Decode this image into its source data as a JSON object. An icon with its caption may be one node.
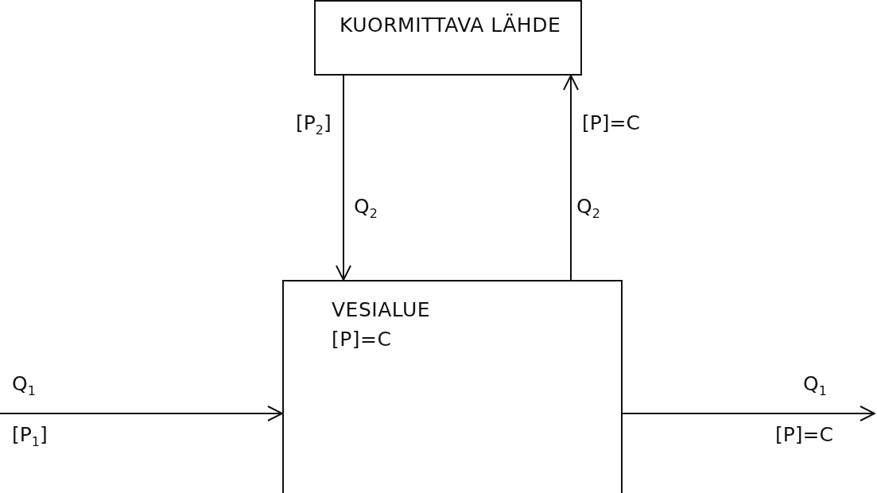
{
  "diagram": {
    "nodes": [
      {
        "text": [
          "KUORMITTAVA LÄHDE"
        ]
      },
      {
        "text": [
          "VESIALUE",
          "[P]=C"
        ]
      }
    ],
    "edges": [
      {
        "from": 0,
        "to": 1,
        "arrow": "to"
      },
      {
        "from": 1,
        "to": 0,
        "arrow": "to"
      },
      {
        "from": null,
        "to": 1,
        "arrow": "to"
      },
      {
        "from": 1,
        "to": null,
        "arrow": "to"
      }
    ],
    "labels": [
      "[P$_{2}$]",
      "[P]=C",
      "Q$_{2}$",
      "Q$_{2}$",
      "Q$_{1}$",
      "Q$_{1}$",
      "[P$_{1}$]",
      "[P]=C"
    ]
  }
}
